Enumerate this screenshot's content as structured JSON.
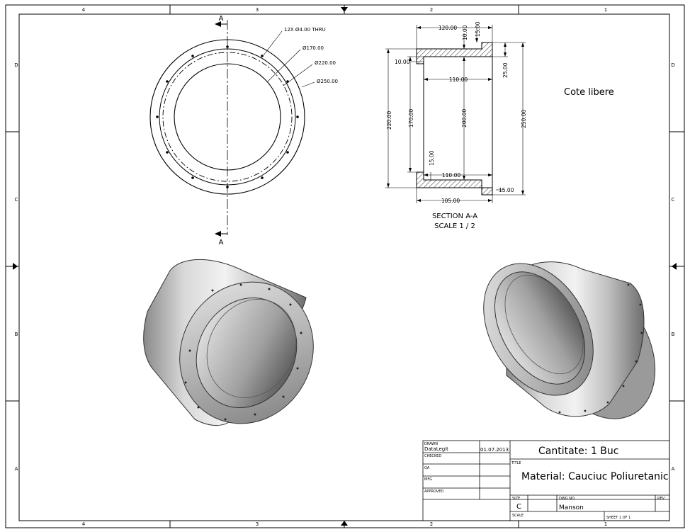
{
  "border": {
    "top_cols": [
      "4",
      "3",
      "2",
      "1"
    ],
    "bottom_cols": [
      "4",
      "3",
      "2",
      "1"
    ],
    "left_rows": [
      "D",
      "C",
      "B",
      "A"
    ],
    "right_rows": [
      "D",
      "C",
      "B",
      "A"
    ]
  },
  "front_view": {
    "section_label_top": "A",
    "section_label_bottom": "A",
    "callout_holes": "12X Ø4.00 THRU",
    "callout_d1": "Ø170.00",
    "callout_d2": "Ø220.00",
    "callout_d3": "Ø250.00"
  },
  "section_view": {
    "dims": {
      "top_width": "120.00",
      "top_10": "10.00",
      "top_15": "15.00",
      "left_10": "10.00",
      "right_25": "25.00",
      "inner_110_top": "110.00",
      "height_220": "220.00",
      "height_170": "170.00",
      "height_200": "200.00",
      "height_250": "250.00",
      "bottom_15_left": "15.00",
      "inner_110_bottom": "110.00",
      "bottom_15_right": "15.00",
      "bottom_105": "105.00"
    },
    "caption_line1": "SECTION A-A",
    "caption_line2": "SCALE 1 / 2"
  },
  "note": "Cote libere",
  "title_block": {
    "drawn_label": "DRAWN",
    "drawn_by": "DataLegit",
    "drawn_date": "01.07.2013",
    "checked_label": "CHECKED",
    "qa_label": "QA",
    "mfg_label": "MFG",
    "approved_label": "APPROVED",
    "quantity": "Cantitate: 1 Buc",
    "title_label": "TITLE",
    "material": "Material: Cauciuc Poliuretanic",
    "size_label": "SIZE",
    "size_value": "C",
    "dwg_no_label": "DWG NO",
    "dwg_no_value": "Manson",
    "rev_label": "REV",
    "scale_label": "SCALE",
    "sheet": "SHEET 1  OF 1"
  }
}
